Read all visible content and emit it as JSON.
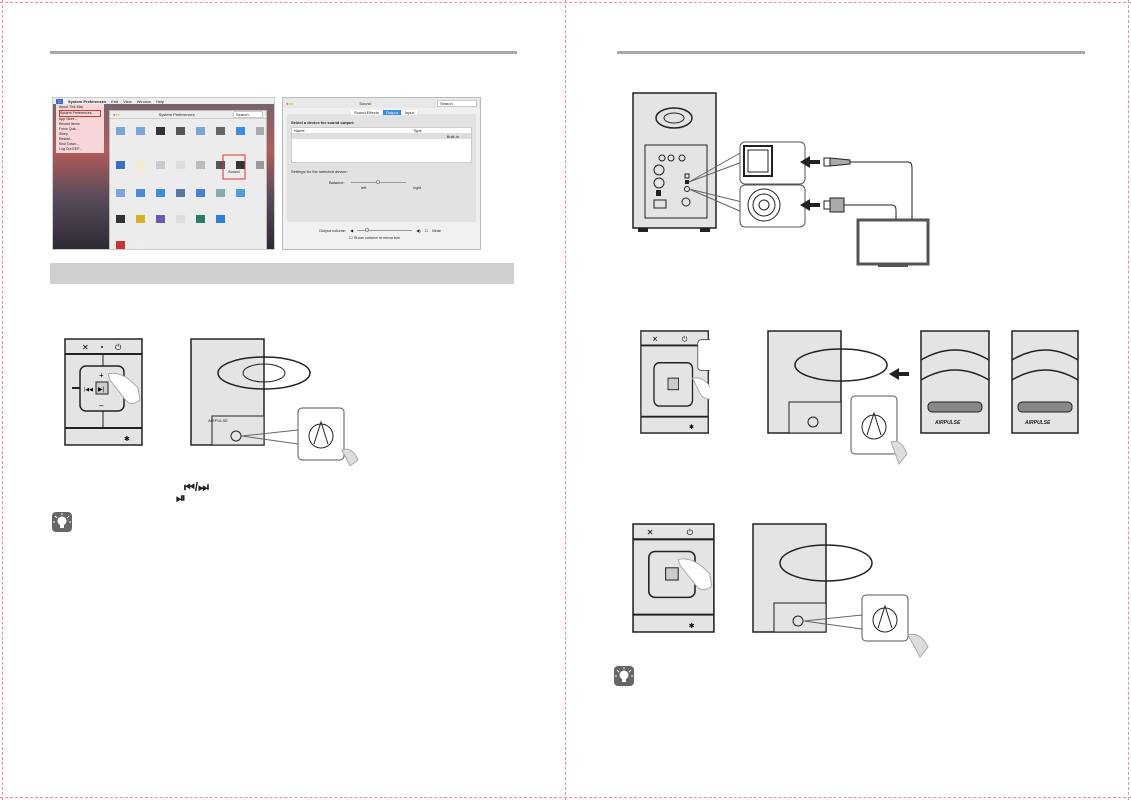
{
  "left_page": {
    "screenshot_prefs": {
      "menubar": [
        "System Preferences",
        "Edit",
        "View",
        "Window",
        "Help"
      ],
      "apple_menu": [
        "About This Mac",
        "System Preferences...",
        "App Store...",
        "Recent Items",
        "Force Quit...",
        "Sleep",
        "Restart...",
        "Shut Down...",
        "Log Out EEP..."
      ],
      "window_title": "System Preferences",
      "search_placeholder": "Search",
      "highlighted_item": "Sound"
    },
    "screenshot_sound": {
      "window_title": "Sound",
      "search_placeholder": "Search",
      "tabs": [
        "Sound Effects",
        "Output",
        "Input"
      ],
      "active_tab": "Output",
      "heading": "Select a device for sound output:",
      "columns": [
        "Name",
        "Type"
      ],
      "row_type": "Built-in",
      "settings_label": "Settings for the selected device:",
      "balance_label": "Balance:",
      "balance_left": "left",
      "balance_right": "right",
      "output_volume_label": "Output volume:",
      "mute_label": "Mute",
      "show_volume_label": "Show volume in menu bar"
    },
    "brand": "AIRPULSE",
    "skip_symbols": "⏮/⏭",
    "play_pause_symbol": "⏯"
  },
  "right_page": {
    "brand": "AIRPULSE"
  }
}
